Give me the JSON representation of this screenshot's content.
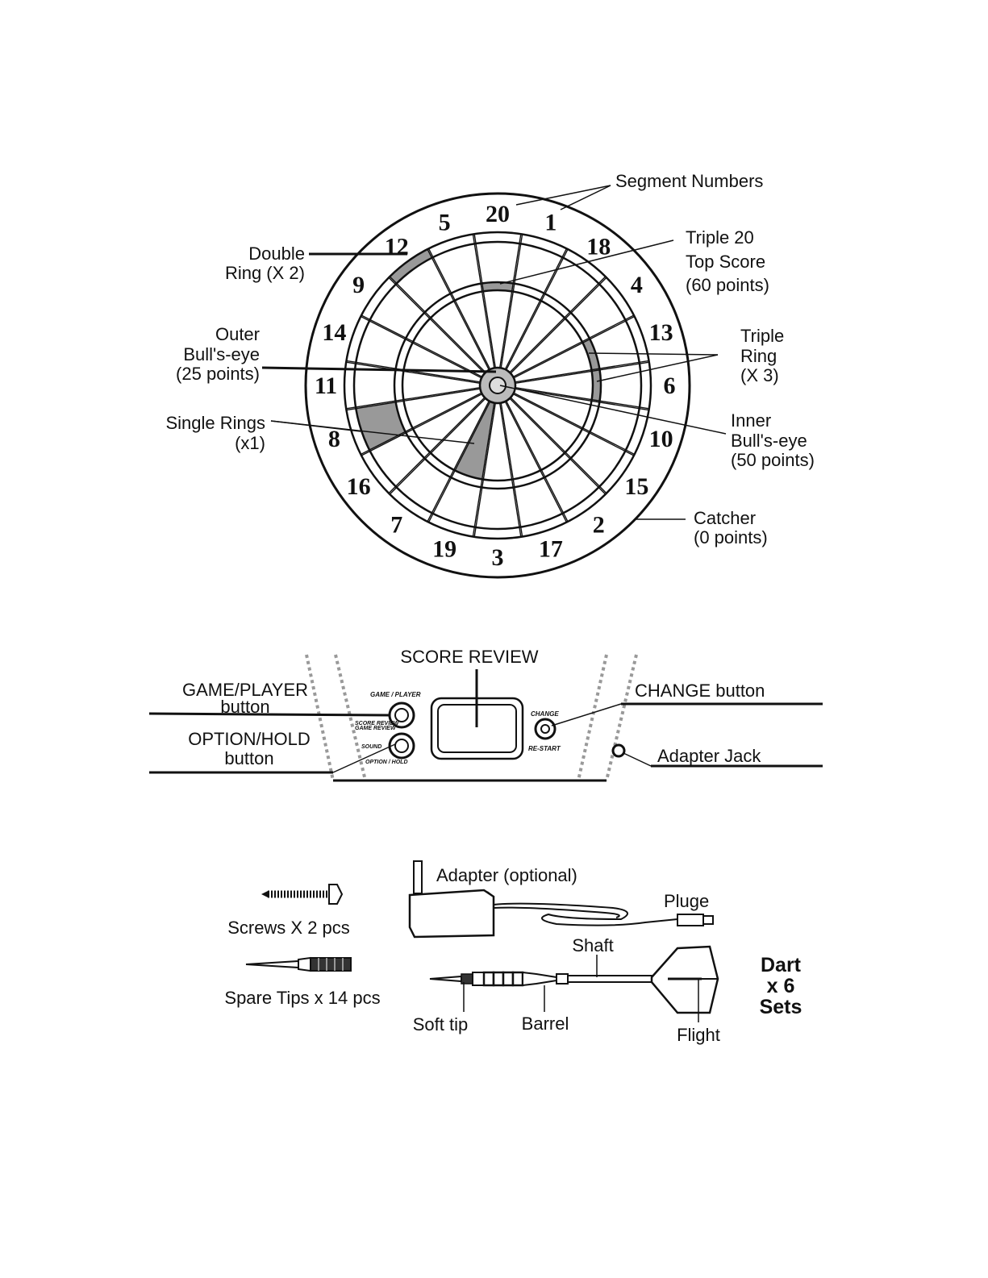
{
  "dartboard": {
    "segment_numbers": [
      "20",
      "1",
      "18",
      "4",
      "13",
      "6",
      "10",
      "15",
      "2",
      "17",
      "3",
      "19",
      "7",
      "16",
      "8",
      "11",
      "14",
      "9",
      "12",
      "5"
    ],
    "labels": {
      "segment_numbers": "Segment Numbers",
      "double_ring": [
        "Double",
        "Ring (X 2)"
      ],
      "triple_20": [
        "Triple 20",
        "Top Score",
        "(60 points)"
      ],
      "outer_bull": [
        "Outer",
        "Bull's-eye",
        "(25 points)"
      ],
      "triple_ring": [
        "Triple",
        "Ring",
        "(X 3)"
      ],
      "single_rings": [
        "Single Rings",
        "(x1)"
      ],
      "inner_bull": [
        "Inner",
        "Bull's-eye",
        "(50 points)"
      ],
      "catcher": [
        "Catcher",
        "(0 points)"
      ]
    }
  },
  "control_panel": {
    "score_review": "SCORE REVIEW",
    "game_player_button": [
      "GAME/PLAYER",
      "button"
    ],
    "option_hold_button": [
      "OPTION/HOLD",
      "button"
    ],
    "change_button": "CHANGE button",
    "adapter_jack": "Adapter Jack",
    "panel_text": {
      "game_player": "GAME / PLAYER",
      "score_review_small": "SCORE REVIEW",
      "game_review_small": "GAME REVIEW",
      "sound": "SOUND",
      "option_hold": "OPTION / HOLD",
      "change": "CHANGE",
      "restart": "RE-START"
    }
  },
  "accessories": {
    "adapter": "Adapter (optional)",
    "pluge": "Pluge",
    "screws": "Screws X 2 pcs",
    "spare_tips": "Spare Tips x 14 pcs",
    "shaft": "Shaft",
    "soft_tip": "Soft tip",
    "barrel": "Barrel",
    "flight": "Flight",
    "dart_sets": [
      "Dart",
      "x 6",
      "Sets"
    ]
  }
}
